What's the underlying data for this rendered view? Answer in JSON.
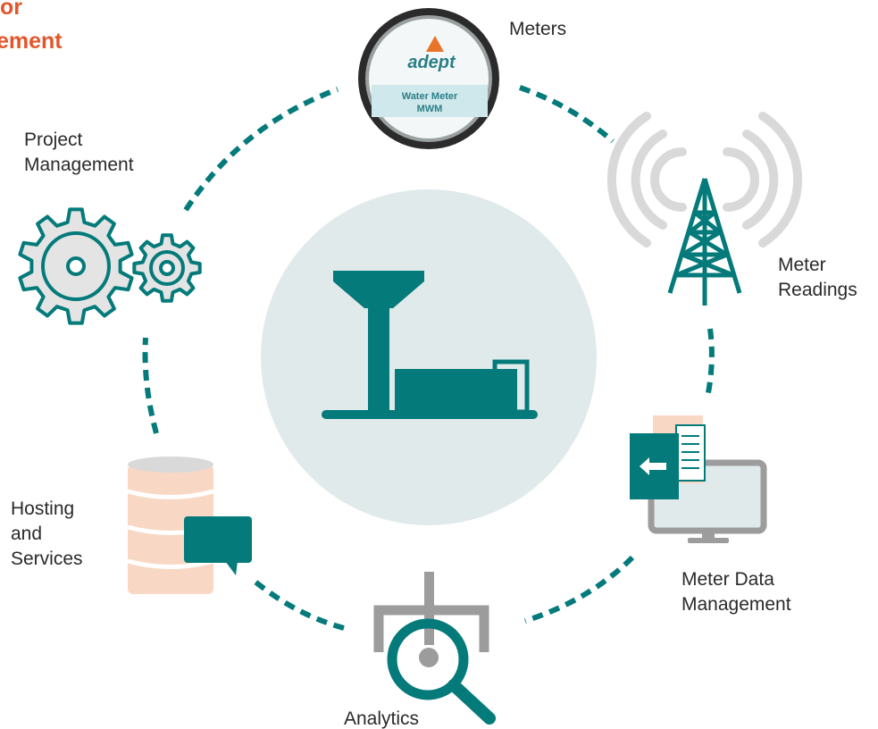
{
  "title": {
    "line1": "or",
    "line2": "ement"
  },
  "nodes": {
    "meters": {
      "label_lines": [
        "Meters"
      ],
      "meter_brand": "adept",
      "meter_line1": "Water Meter",
      "meter_line2": "MWM"
    },
    "project_management": {
      "label_lines": [
        "Project",
        "Management"
      ]
    },
    "meter_readings": {
      "label_lines": [
        "Meter",
        "Readings"
      ]
    },
    "hosting_services": {
      "label_lines": [
        "Hosting",
        "and",
        "Services"
      ]
    },
    "meter_data_management": {
      "label_lines": [
        "Meter Data",
        "Management"
      ]
    },
    "analytics": {
      "label_lines": [
        "Analytics"
      ]
    }
  },
  "colors": {
    "teal": "#047a7a",
    "title_orange": "#e3562b",
    "circle_fill": "#e1eaea",
    "light_gray": "#d9d9d9",
    "mid_gray": "#9c9c9c",
    "peach": "#f8d8c4",
    "text": "#2a2a2a"
  },
  "icons": {
    "center": "water-tower-pump-icon",
    "meters": "water-meter-icon",
    "project_management": "gears-icon",
    "meter_readings": "radio-tower-icon",
    "hosting_services": "database-chat-icon",
    "meter_data_management": "computer-document-icon",
    "analytics": "magnifier-analytics-icon"
  }
}
